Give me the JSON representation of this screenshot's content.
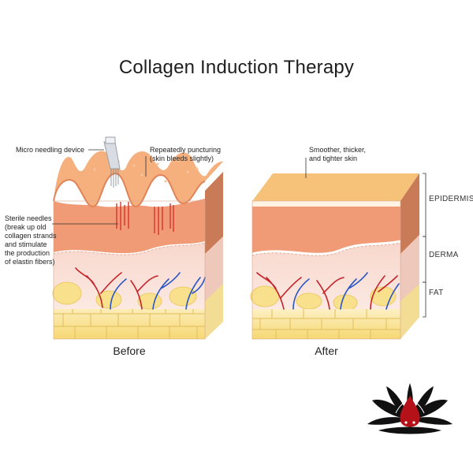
{
  "title": "Collagen Induction Therapy",
  "before": {
    "caption": "Before",
    "labels": {
      "device": "Micro needling device",
      "puncturing": "Repeatedly puncturing\n(skin bleeds slightly)",
      "needles": "Sterile needles\n(break up old\ncollagen strands\nand stimulate\nthe production\nof elastin fibers)"
    }
  },
  "after": {
    "caption": "After",
    "labels": {
      "smoother": "Smoother, thicker,\nand tighter skin"
    }
  },
  "layers": [
    "EPIDERMIS",
    "DERMA",
    "FAT"
  ],
  "colors": {
    "epidermis_top": "#f6c27a",
    "epidermis_side": "#e9a069",
    "epidermis_front": "#f19a76",
    "derma_front": "#f6cfc2",
    "fat_front": "#fbe6a4",
    "vessel_red": "#c4242a",
    "vessel_blue": "#2b57c4",
    "logo_red": "#b41218"
  },
  "icons": [
    "micro-needling-pen-icon",
    "lotus-logo-icon"
  ]
}
